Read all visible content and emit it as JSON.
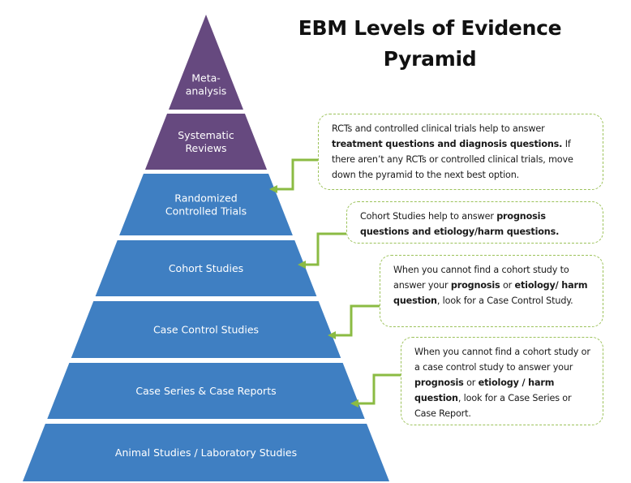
{
  "title": {
    "line1": "EBM Levels of Evidence",
    "line2": "Pyramid"
  },
  "colors": {
    "purple_tier": "#66497F",
    "blue_tier": "#3F7FC2",
    "connector": "#8BBB43",
    "callout_border": "#9CC25A"
  },
  "pyramid": {
    "levels": [
      {
        "lines": [
          "Meta-",
          "analysis"
        ],
        "color_key": "purple_tier"
      },
      {
        "lines": [
          "Systematic",
          "Reviews"
        ],
        "color_key": "purple_tier"
      },
      {
        "lines": [
          "Randomized",
          "Controlled Trials"
        ],
        "color_key": "blue_tier"
      },
      {
        "lines": [
          "Cohort Studies"
        ],
        "color_key": "blue_tier"
      },
      {
        "lines": [
          "Case Control Studies"
        ],
        "color_key": "blue_tier"
      },
      {
        "lines": [
          "Case Series & Case Reports"
        ],
        "color_key": "blue_tier"
      },
      {
        "lines": [
          "Animal Studies / Laboratory Studies"
        ],
        "color_key": "blue_tier"
      }
    ]
  },
  "callouts": [
    {
      "points_to": "Randomized Controlled Trials",
      "segments": [
        {
          "text": "RCTs and controlled clinical trials help to answer ",
          "bold": false
        },
        {
          "text": "treatment questions and diagnosis questions.",
          "bold": true
        },
        {
          "text": " If there aren’t any RCTs or controlled clinical trials, move down the pyramid to the next best option.",
          "bold": false
        }
      ]
    },
    {
      "points_to": "Cohort Studies",
      "segments": [
        {
          "text": "Cohort Studies help to answer ",
          "bold": false
        },
        {
          "text": "prognosis questions and etiology/harm questions.",
          "bold": true
        }
      ]
    },
    {
      "points_to": "Case Control Studies",
      "segments": [
        {
          "text": "When you cannot find a cohort study to answer your ",
          "bold": false
        },
        {
          "text": "prognosis",
          "bold": true
        },
        {
          "text": " or ",
          "bold": false
        },
        {
          "text": "etiology/ harm question",
          "bold": true
        },
        {
          "text": ", look for a Case Control Study.",
          "bold": false
        }
      ]
    },
    {
      "points_to": "Case Series & Case Reports",
      "segments": [
        {
          "text": "When you cannot find a cohort study or a case control study to answer your ",
          "bold": false
        },
        {
          "text": "prognosis",
          "bold": true
        },
        {
          "text": " or ",
          "bold": false
        },
        {
          "text": "etiology / harm question",
          "bold": true
        },
        {
          "text": ", look for a Case Series or Case Report.",
          "bold": false
        }
      ]
    }
  ]
}
